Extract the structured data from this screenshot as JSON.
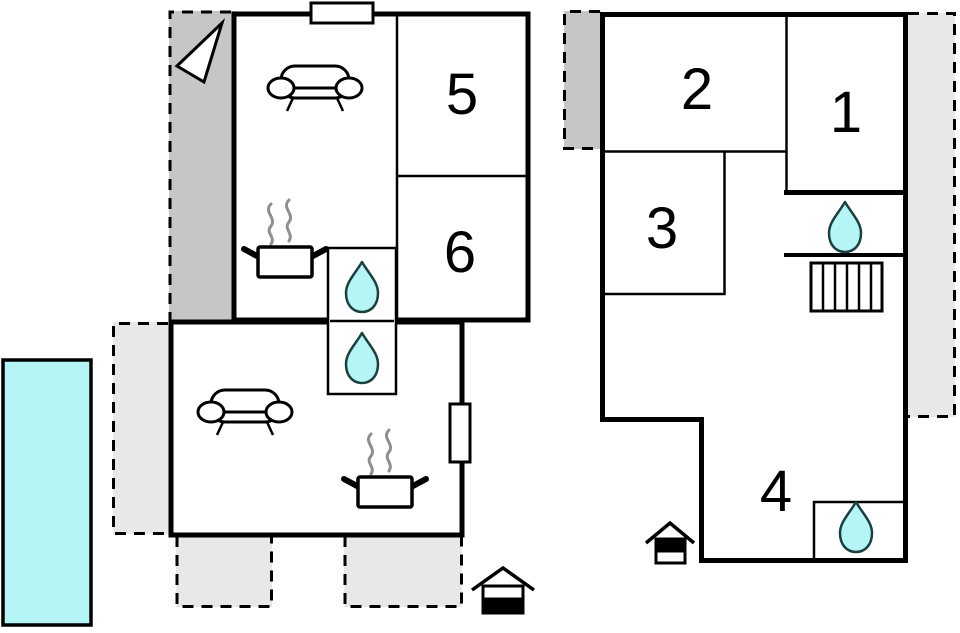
{
  "page": {
    "type": "two-storey holiday home floor plan",
    "background": "#ffffff"
  },
  "colors": {
    "wall": "#000000",
    "water": "#b6f5f6",
    "annex_area": "#c6c6c6",
    "terrace_area": "#e8e8e8",
    "steam": "#8f8f8f"
  },
  "plans": {
    "left": {
      "name": "left-plan",
      "rooms": [
        {
          "number": "5"
        },
        {
          "number": "6"
        }
      ],
      "icons": [
        "north-arrow",
        "window",
        "sofa",
        "stove-pot",
        "water-drop",
        "water-drop",
        "sofa",
        "stove-pot",
        "window",
        "swimming-pool",
        "terrace",
        "terrace",
        "terrace",
        "house-level-indicator-lower"
      ]
    },
    "right": {
      "name": "right-plan",
      "rooms": [
        {
          "number": "2"
        },
        {
          "number": "1"
        },
        {
          "number": "3"
        },
        {
          "number": "4"
        }
      ],
      "icons": [
        "water-drop",
        "stairs",
        "water-drop",
        "house-level-indicator-upper"
      ]
    }
  }
}
